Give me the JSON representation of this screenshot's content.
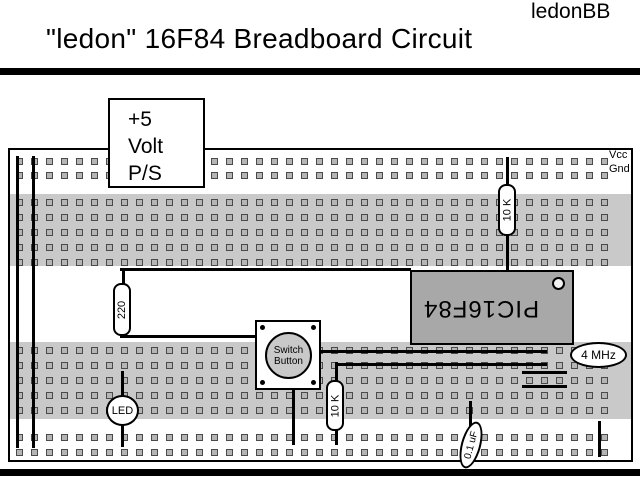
{
  "header": {
    "corner_label": "ledonBB",
    "title": "\"ledon\" 16F84 Breadboard Circuit"
  },
  "breadboard": {
    "vcc_label": "Vcc",
    "gnd_label": "Gnd"
  },
  "components": {
    "power_supply": {
      "line1": "+5",
      "line2": "Volt",
      "line3": "P/S"
    },
    "pullup_resistor": {
      "value": "10 K"
    },
    "series_resistor": {
      "value": "220"
    },
    "switch_resistor": {
      "value": "10 K"
    },
    "microcontroller": {
      "part": "PIC16F84"
    },
    "push_switch": {
      "line1": "Switch",
      "line2": "Button"
    },
    "led": {
      "label": "LED"
    },
    "crystal": {
      "value": "4 MHz"
    },
    "capacitor": {
      "value": "0.1 uF"
    }
  },
  "colors": {
    "band_gray": "#c9c9c9",
    "hole_fill": "#b5b5b5",
    "hole_border": "#4a4a4a",
    "chip_fill": "#a8a8a8",
    "switch_fill": "#c9c9c9",
    "wire_black": "#000000"
  }
}
